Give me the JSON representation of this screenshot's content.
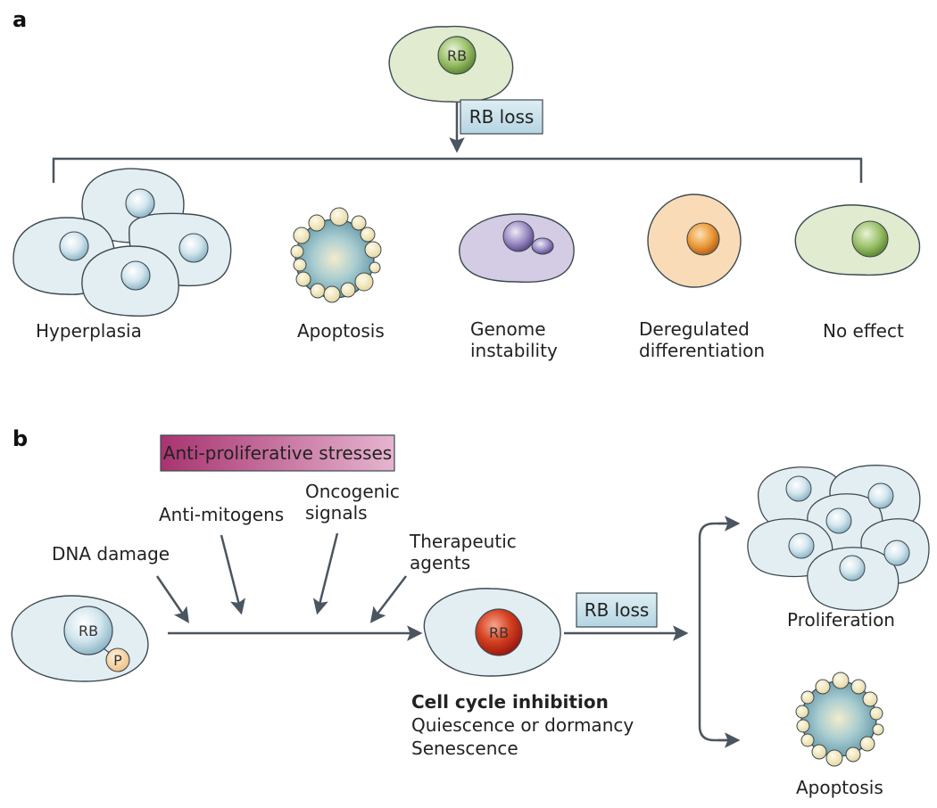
{
  "panel_a": {
    "label": "a",
    "top_cell_label": "RB",
    "loss_box": "RB loss",
    "outcomes": {
      "hyperplasia": "Hyperplasia",
      "apoptosis": "Apoptosis",
      "genome_line1": "Genome",
      "genome_line2": "instability",
      "dereg_line1": "Deregulated",
      "dereg_line2": "differentiation",
      "no_effect": "No effect"
    }
  },
  "panel_b": {
    "label": "b",
    "stress_box": "Anti-proliferative stresses",
    "stresses": {
      "dna_damage": "DNA damage",
      "anti_mitogens": "Anti-mitogens",
      "oncogenic_line1": "Oncogenic",
      "oncogenic_line2": "signals",
      "therapeutic_line1": "Therapeutic",
      "therapeutic_line2": "agents"
    },
    "left_cell_label": "RB",
    "phospho_label": "P",
    "center_cell_label": "RB",
    "loss_box": "RB loss",
    "inhibition_title": "Cell cycle inhibition",
    "inhibition_line1": "Quiescence or dormancy",
    "inhibition_line2": "Senescence",
    "proliferation": "Proliferation",
    "apoptosis": "Apoptosis"
  },
  "colors": {
    "cell_blue": "#e3eef2",
    "cell_green": "#e0ebcf",
    "cell_purple": "#d3cce4",
    "cell_orange": "#f9dcb7",
    "loss_box": "#c7e0e9",
    "stress_box": "#a3396d",
    "rb_red": "#c0281c",
    "arrow": "#4a5560"
  }
}
